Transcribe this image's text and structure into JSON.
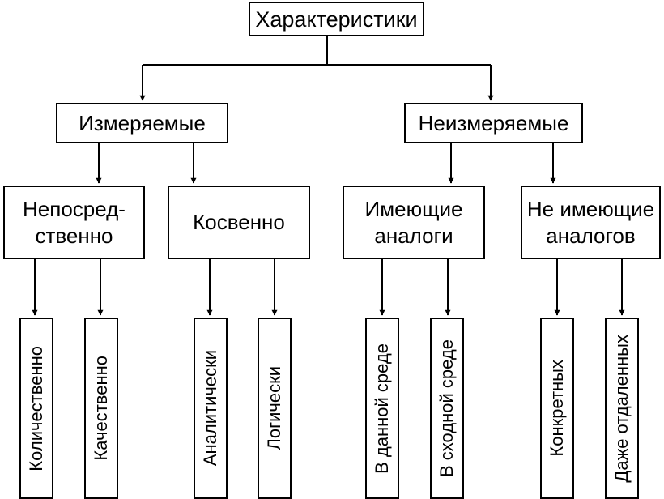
{
  "root": {
    "label": "Характеристики"
  },
  "level1": [
    {
      "label": "Измеряемые"
    },
    {
      "label": "Неизмеряемые"
    }
  ],
  "level2": [
    {
      "label_line1": "Непосред-",
      "label_line2": "ственно"
    },
    {
      "label_line1": "Косвенно",
      "label_line2": ""
    },
    {
      "label_line1": "Имеющие",
      "label_line2": "аналоги"
    },
    {
      "label_line1": "Не имеющие",
      "label_line2": "аналогов"
    }
  ],
  "level3": [
    {
      "label": "Количественно"
    },
    {
      "label": "Качественно"
    },
    {
      "label": "Аналитически"
    },
    {
      "label": "Логически"
    },
    {
      "label": "В данной среде"
    },
    {
      "label": "В сходной среде"
    },
    {
      "label": "Конкретных"
    },
    {
      "label": "Даже отдаленных"
    }
  ]
}
